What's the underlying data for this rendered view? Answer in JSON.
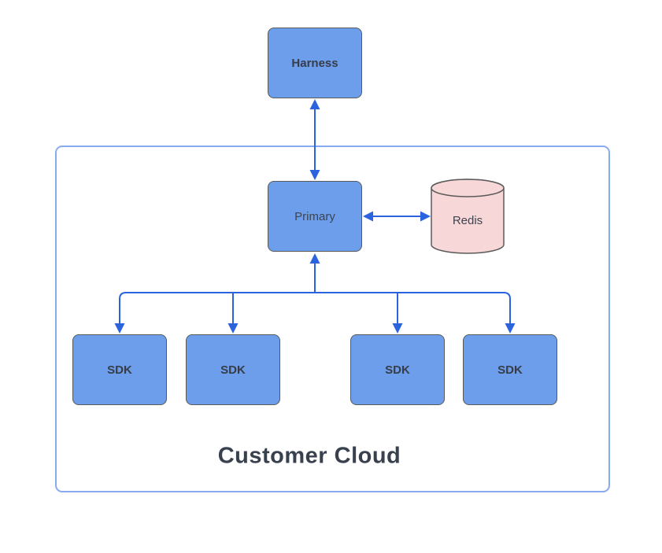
{
  "diagram": {
    "title": "Customer Cloud",
    "nodes": {
      "harness": {
        "label": "Harness",
        "shape": "rounded-rectangle"
      },
      "primary": {
        "label": "Primary",
        "shape": "rounded-rectangle"
      },
      "redis": {
        "label": "Redis",
        "shape": "database-cylinder"
      },
      "sdk1": {
        "label": "SDK",
        "shape": "rounded-rectangle"
      },
      "sdk2": {
        "label": "SDK",
        "shape": "rounded-rectangle"
      },
      "sdk3": {
        "label": "SDK",
        "shape": "rounded-rectangle"
      },
      "sdk4": {
        "label": "SDK",
        "shape": "rounded-rectangle"
      }
    },
    "edges": [
      {
        "between": [
          "Harness",
          "Primary"
        ],
        "arrows": "both",
        "style": "straight-vertical"
      },
      {
        "between": [
          "Primary",
          "Redis"
        ],
        "arrows": "both",
        "style": "straight-horizontal"
      },
      {
        "between": [
          "Primary",
          "SDK x4"
        ],
        "arrows": "up into Primary, down into each SDK",
        "style": "orthogonal shared trunk"
      }
    ],
    "colors": {
      "node_fill": "#6d9eeb",
      "node_border": "#5a5a5a",
      "redis_fill": "#f8d7d8",
      "container_border": "#88abf0",
      "arrow": "#2b63de",
      "label_text": "#3d4450",
      "title_text": "#39404e"
    }
  }
}
